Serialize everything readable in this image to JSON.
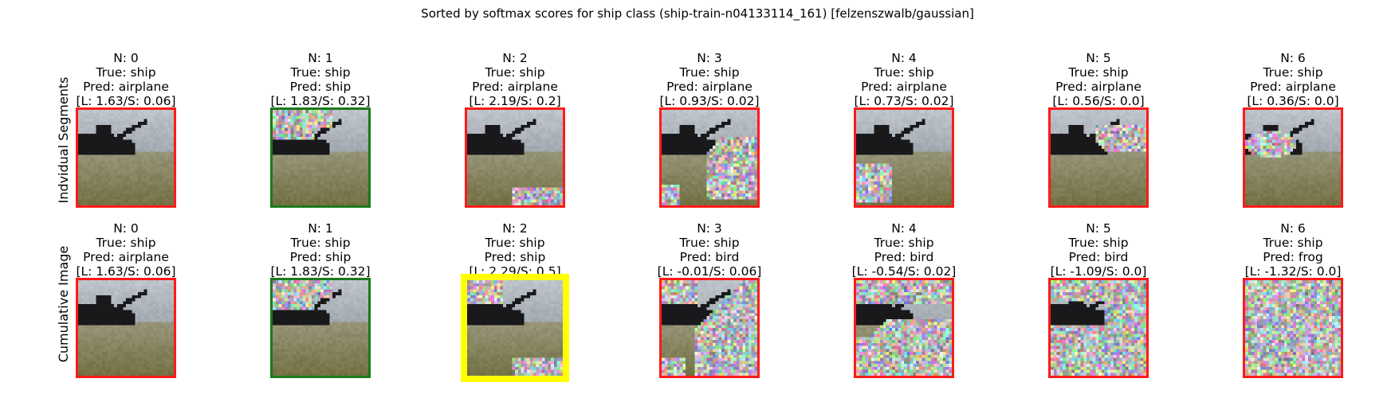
{
  "suptitle": "Sorted by softmax scores for ship class (ship-train-n04133114_161) [felzenszwalb/gaussian]",
  "row_labels": [
    "Indvidual Segments",
    "Cumulative Image"
  ],
  "colors": {
    "wrong": "#ff1a1a",
    "correct": "#1a7a1a",
    "best": "#ffff00"
  },
  "rows": [
    {
      "name": "individual",
      "cells": [
        {
          "n": "N: 0",
          "true": "True: ship",
          "pred": "Pred: airplane",
          "scores": "[L: 1.63/S: 0.06]",
          "status": "wrong",
          "noise": "light"
        },
        {
          "n": "N: 1",
          "true": "True: ship",
          "pred": "Pred: ship",
          "scores": "[L: 1.83/S: 0.32]",
          "status": "correct",
          "noise": "top-left"
        },
        {
          "n": "N: 2",
          "true": "True: ship",
          "pred": "Pred: airplane",
          "scores": "[L: 2.19/S: 0.2]",
          "status": "wrong",
          "noise": "bottom-right"
        },
        {
          "n": "N: 3",
          "true": "True: ship",
          "pred": "Pred: airplane",
          "scores": "[L: 0.93/S: 0.02]",
          "status": "wrong",
          "noise": "right-diagonal"
        },
        {
          "n": "N: 4",
          "true": "True: ship",
          "pred": "Pred: airplane",
          "scores": "[L: 0.73/S: 0.02]",
          "status": "wrong",
          "noise": "bottom-left"
        },
        {
          "n": "N: 5",
          "true": "True: ship",
          "pred": "Pred: airplane",
          "scores": "[L: 0.56/S: 0.0]",
          "status": "wrong",
          "noise": "upper-right"
        },
        {
          "n": "N: 6",
          "true": "True: ship",
          "pred": "Pred: airplane",
          "scores": "[L: 0.36/S: 0.0]",
          "status": "wrong",
          "noise": "boat"
        }
      ]
    },
    {
      "name": "cumulative",
      "cells": [
        {
          "n": "N: 0",
          "true": "True: ship",
          "pred": "Pred: airplane",
          "scores": "[L: 1.63/S: 0.06]",
          "status": "wrong",
          "noise": "light"
        },
        {
          "n": "N: 1",
          "true": "True: ship",
          "pred": "Pred: ship",
          "scores": "[L: 1.83/S: 0.32]",
          "status": "correct",
          "noise": "top-left"
        },
        {
          "n": "N: 2",
          "true": "True: ship",
          "pred": "Pred: ship",
          "scores": "[L: 2.29/S: 0.5]",
          "status": "best",
          "noise": "cum-2"
        },
        {
          "n": "N: 3",
          "true": "True: ship",
          "pred": "Pred: bird",
          "scores": "[L: -0.01/S: 0.06]",
          "status": "wrong",
          "noise": "cum-3"
        },
        {
          "n": "N: 4",
          "true": "True: ship",
          "pred": "Pred: bird",
          "scores": "[L: -0.54/S: 0.02]",
          "status": "wrong",
          "noise": "cum-4"
        },
        {
          "n": "N: 5",
          "true": "True: ship",
          "pred": "Pred: bird",
          "scores": "[L: -1.09/S: 0.0]",
          "status": "wrong",
          "noise": "cum-5"
        },
        {
          "n": "N: 6",
          "true": "True: ship",
          "pred": "Pred: frog",
          "scores": "[L: -1.32/S: 0.0]",
          "status": "wrong",
          "noise": "cum-6"
        }
      ]
    }
  ]
}
